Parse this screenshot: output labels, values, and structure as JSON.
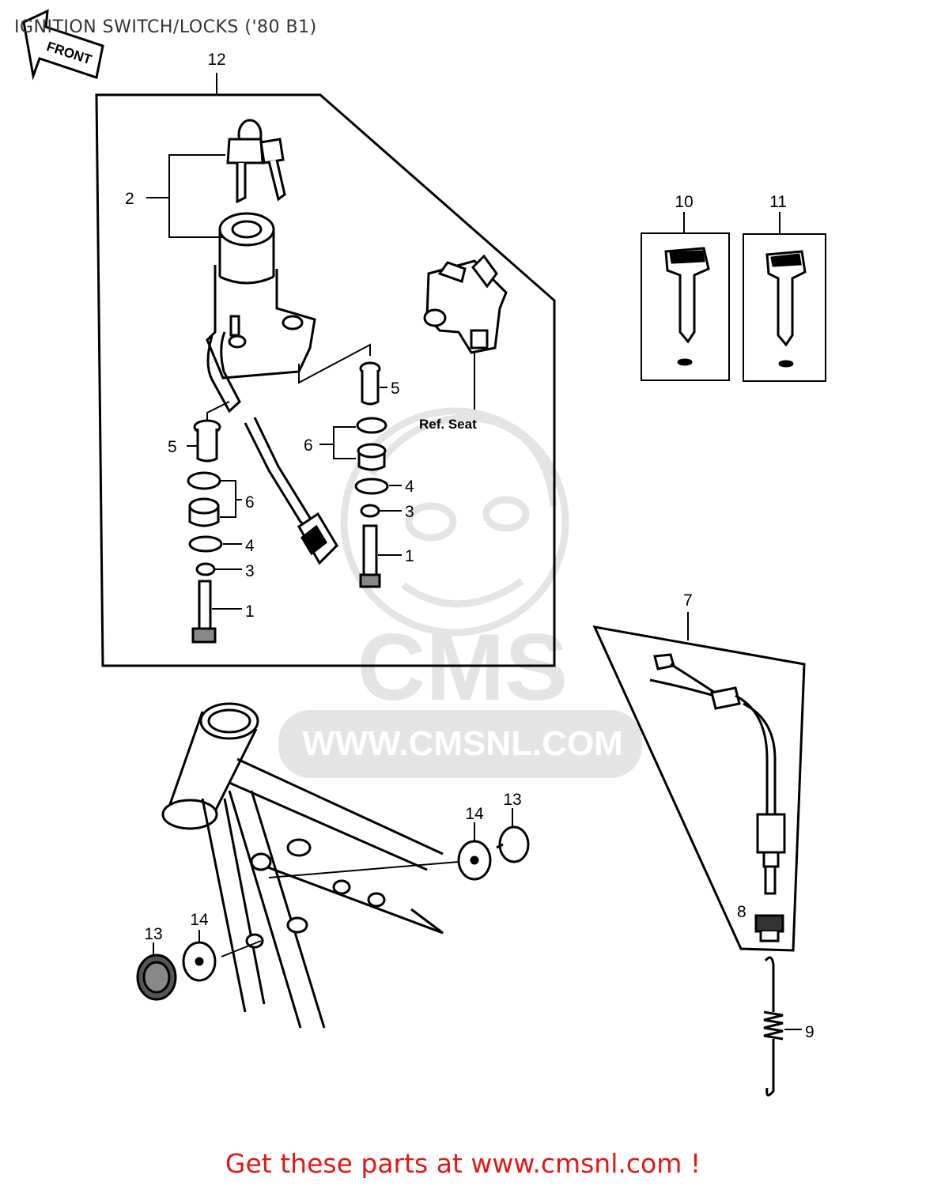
{
  "page": {
    "title": "IGNITION SWITCH/LOCKS ('80 B1)",
    "front_arrow": "FRONT",
    "footer_link": "Get these parts at www.cmsnl.com !"
  },
  "watermark": {
    "logo": "CMS",
    "url": "WWW.CMSNL.COM"
  },
  "callouts": {
    "c12": "12",
    "c2": "2",
    "c10": "10",
    "c11": "11",
    "c5a": "5",
    "c5b": "5",
    "c6a": "6",
    "c6b": "6",
    "c4a": "4",
    "c4b": "4",
    "c3a": "3",
    "c3b": "3",
    "c1a": "1",
    "c1b": "1",
    "c7": "7",
    "c8": "8",
    "c9": "9",
    "c13a": "13",
    "c13b": "13",
    "c14a": "14",
    "c14b": "14"
  },
  "reference_note": "Ref. Seat",
  "colors": {
    "line": "#000000",
    "watermark": "#e4e4e4",
    "footer": "#e01818",
    "title": "#333333"
  }
}
